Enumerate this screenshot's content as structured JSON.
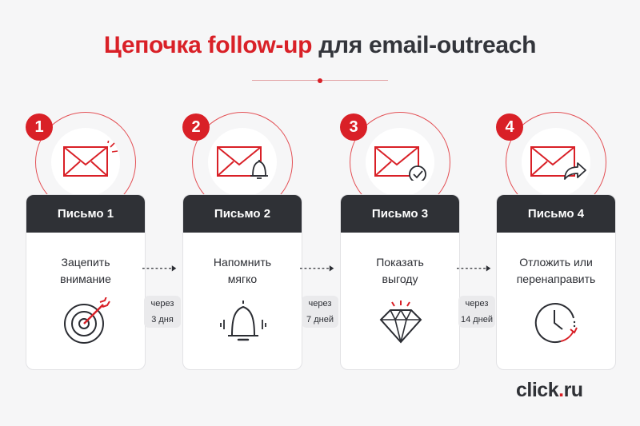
{
  "title": {
    "accent": "Цепочка follow-up",
    "rest": "для email-outreach"
  },
  "steps": [
    {
      "number": "1",
      "label": "Письмо 1",
      "line1": "Зацепить",
      "line2": "внимание",
      "mail_icon": "envelope-sparkle-icon",
      "icon": "target-icon"
    },
    {
      "number": "2",
      "label": "Письмо 2",
      "line1": "Напомнить",
      "line2": "мягко",
      "mail_icon": "envelope-bell-icon",
      "icon": "bell-icon"
    },
    {
      "number": "3",
      "label": "Письмо 3",
      "line1": "Показать",
      "line2": "выгоду",
      "mail_icon": "envelope-check-icon",
      "icon": "diamond-icon"
    },
    {
      "number": "4",
      "label": "Письмо 4",
      "line1": "Отложить или",
      "line2": "перенаправить",
      "mail_icon": "envelope-forward-icon",
      "icon": "clock-icon"
    }
  ],
  "delays": [
    {
      "line1": "через",
      "line2": "3 дня"
    },
    {
      "line1": "через",
      "line2": "7 дней"
    },
    {
      "line1": "через",
      "line2": "14 дней"
    }
  ],
  "logo": {
    "name": "click",
    "dot": ".",
    "tld": "ru"
  },
  "colors": {
    "accent": "#d92027",
    "dark": "#2f3136",
    "background": "#f6f6f7"
  }
}
